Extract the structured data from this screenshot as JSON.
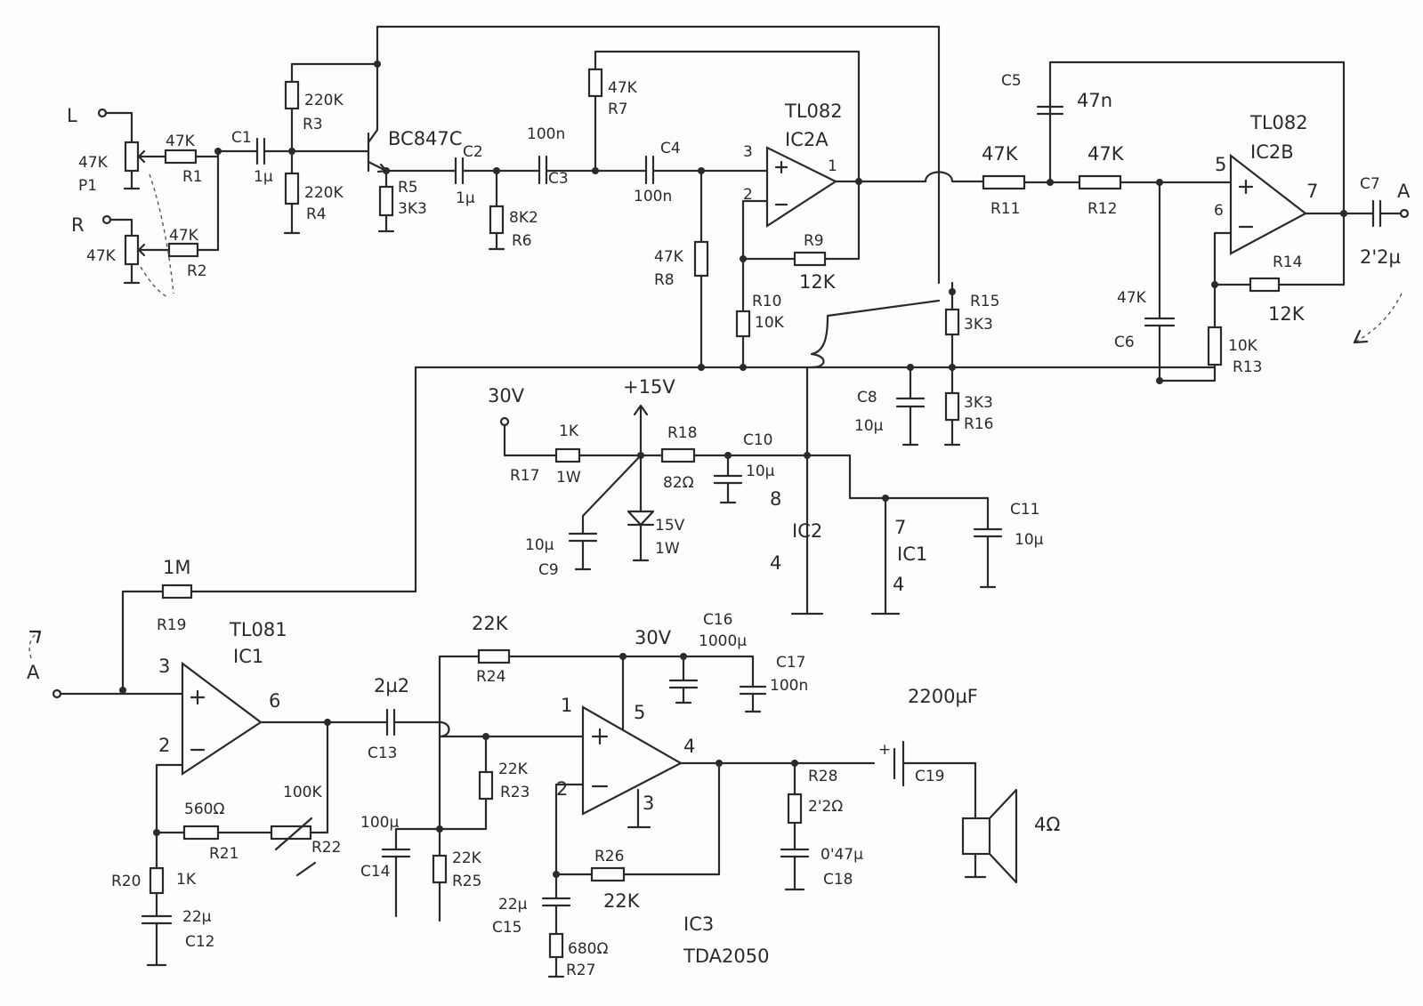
{
  "labels": {
    "in_L": "L",
    "in_R": "R",
    "p1_val": "47K",
    "p1_ref": "P1",
    "p2_val": "47K",
    "r1_val": "47K",
    "r1_ref": "R1",
    "r2_val": "47K",
    "r2_ref": "R2",
    "c1_ref": "C1",
    "c1_val": "1µ",
    "r3_val": "220K",
    "r3_ref": "R3",
    "r4_val": "220K",
    "r4_ref": "R4",
    "q1": "BC847C",
    "r5_ref": "R5",
    "r5_val": "3K3",
    "c2_ref": "C2",
    "c2_val": "1µ",
    "r6_val": "8K2",
    "r6_ref": "R6",
    "c3_val": "100n",
    "c3_ref": "C3",
    "r7_val": "47K",
    "r7_ref": "R7",
    "c4_ref": "C4",
    "c4_val": "100n",
    "r8_val": "47K",
    "r8_ref": "R8",
    "ic2a_type": "TL082",
    "ic2a_ref": "IC2A",
    "pin3": "3",
    "pin2": "2",
    "pin1": "1",
    "r9_ref": "R9",
    "r9_val": "12K",
    "r10_ref": "R10",
    "r10_val": "10K",
    "r15_ref": "R15",
    "r15_val": "3K3",
    "c5_ref": "C5",
    "c5_val": "47n",
    "r11_val": "47K",
    "r11_ref": "R11",
    "r12_val": "47K",
    "r12_ref": "R12",
    "ic2b_type": "TL082",
    "ic2b_ref": "IC2B",
    "pin5": "5",
    "pin6": "6",
    "pin7": "7",
    "c7_ref": "C7",
    "c7_val": "2'2µ",
    "out_A": "A",
    "c6_val": "47K",
    "c6_ref": "C6",
    "r14_ref": "R14",
    "r14_val": "12K",
    "r13_val": "10K",
    "r13_ref": "R13",
    "c8_ref": "C8",
    "c8_val": "10µ",
    "r16_val": "3K3",
    "r16_ref": "R16",
    "v30": "30V",
    "v15": "+15V",
    "r17_val": "1K",
    "r17_ref": "R17",
    "r17_w": "1W",
    "r18_ref": "R18",
    "r18_val": "82Ω",
    "c10_ref": "C10",
    "c10_val": "10µ",
    "c9_val": "10µ",
    "c9_ref": "C9",
    "z_val": "15V",
    "z_w": "1W",
    "ic2_pin8": "8",
    "ic2_ref": "IC2",
    "ic2_pin4": "4",
    "ic1_pin7": "7",
    "ic1_ref": "IC1",
    "ic1_pin4": "4",
    "c11_ref": "C11",
    "c11_val": "10µ",
    "r19_val": "1M",
    "r19_ref": "R19",
    "ic1_type": "TL081",
    "ic1_ref2": "IC1",
    "in_A": "A",
    "ic1_p3": "3",
    "ic1_p2": "2",
    "ic1_p6": "6",
    "r21_val": "560Ω",
    "r21_ref": "R21",
    "r22_val": "100K",
    "r22_ref": "R22",
    "r20_ref": "R20",
    "r20_val": "1K",
    "c12_val": "22µ",
    "c12_ref": "C12",
    "c13_val": "2µ2",
    "c13_ref": "C13",
    "r24_val": "22K",
    "r24_ref": "R24",
    "v30b": "30V",
    "c16_ref": "C16",
    "c16_val": "1000µ",
    "c17_ref": "C17",
    "c17_val": "100n",
    "r23_val": "22K",
    "r23_ref": "R23",
    "c14_val": "100µ",
    "c14_ref": "C14",
    "r25_val": "22K",
    "r25_ref": "R25",
    "ic3_p1": "1",
    "ic3_p2": "2",
    "ic3_p5": "5",
    "ic3_p4": "4",
    "ic3_p3": "3",
    "r26_ref": "R26",
    "r26_val": "22K",
    "c15_val": "22µ",
    "c15_ref": "C15",
    "r27_val": "680Ω",
    "r27_ref": "R27",
    "ic3_ref": "IC3",
    "ic3_type": "TDA2050",
    "r28_ref": "R28",
    "r28_val": "2'2Ω",
    "c18_val": "0'47µ",
    "c18_ref": "C18",
    "c19_val": "2200µF",
    "c19_ref": "C19",
    "spk_val": "4Ω"
  }
}
